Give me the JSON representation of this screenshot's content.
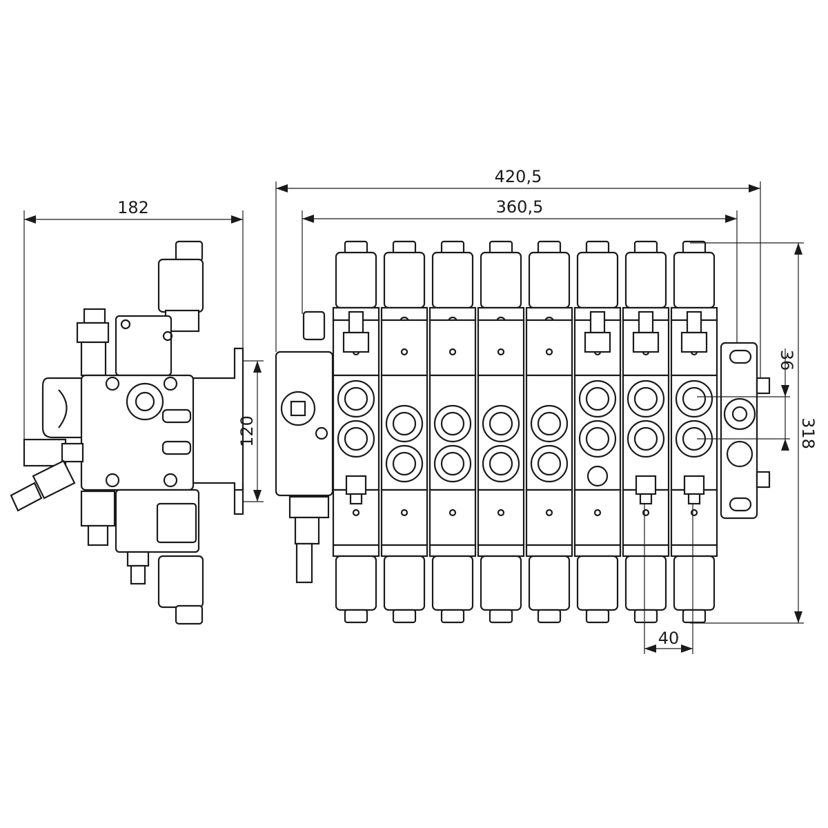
{
  "drawing": {
    "dimensions": {
      "side_width": "182",
      "mount_height": "120",
      "overall_length": "420,5",
      "section_length": "360,5",
      "port_spacing": "36",
      "overall_height": "318",
      "section_pitch": "40"
    },
    "front_view": {
      "section_count": 8
    }
  }
}
